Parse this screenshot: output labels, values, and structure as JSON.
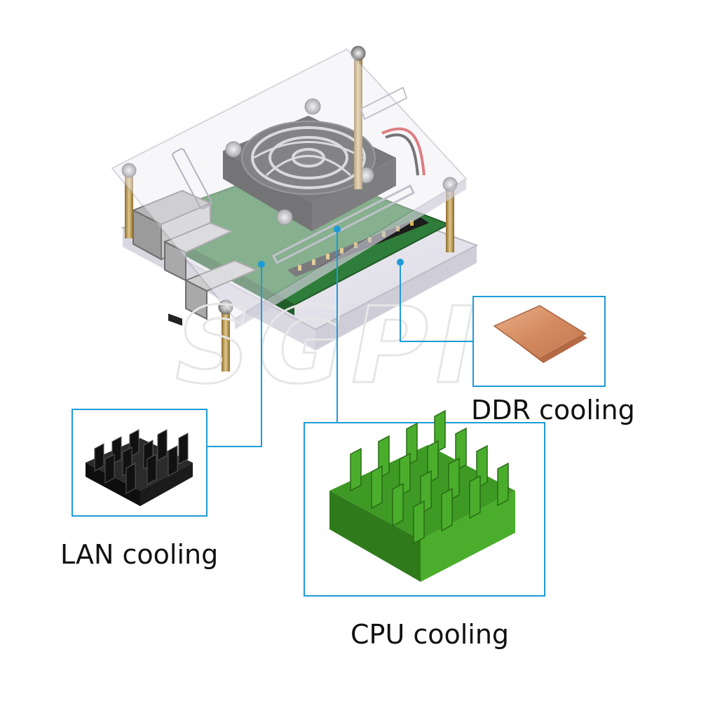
{
  "labels": {
    "ddr": "DDR cooling",
    "lan": "LAN cooling",
    "cpu": "CPU cooling"
  },
  "watermark": "SGPI",
  "colors": {
    "callout_line": "#1e9bd7",
    "cpu_heatsink": "#3e9a24",
    "lan_heatsink": "#1a1a1a",
    "ddr_pad": "#d8956b",
    "pcb": "#2f7d3a"
  }
}
